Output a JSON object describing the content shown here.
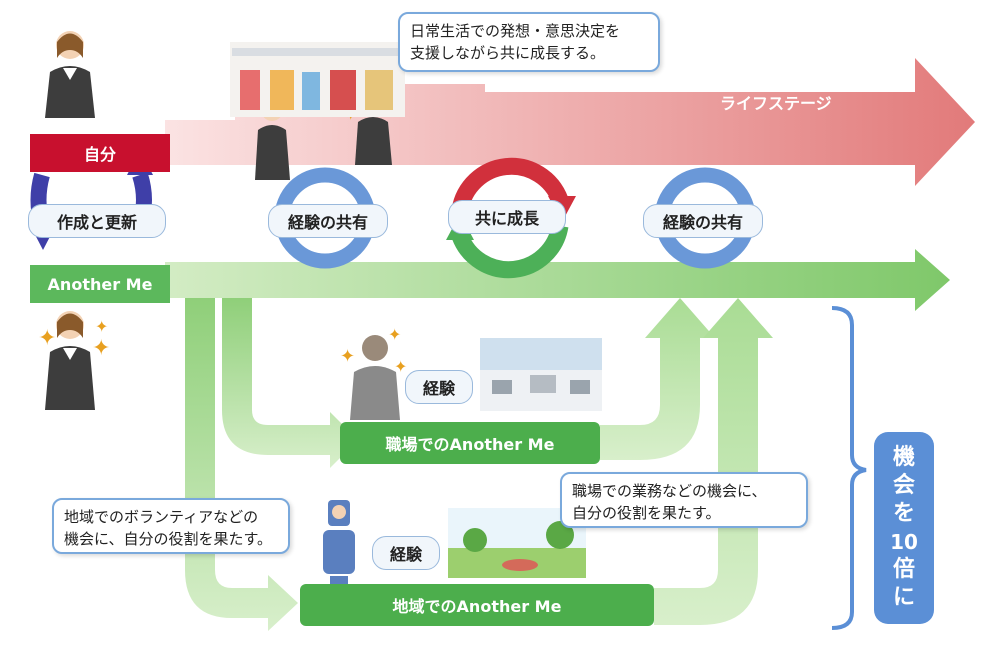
{
  "self_label": "自分",
  "another_me_label": "Another Me",
  "create_update_label": "作成と更新",
  "life_stage_label": "ライフステージ",
  "share_experience_left": "経験の共有",
  "grow_together": "共に成長",
  "share_experience_right": "経験の共有",
  "top_bubble": [
    "日常生活での発想・意思決定を",
    "支援しながら共に成長する。"
  ],
  "workplace_experience": "経験",
  "workplace_box": "職場でのAnother Me",
  "workplace_bubble": [
    "職場での業務などの機会に、",
    "自分の役割を果たす。"
  ],
  "community_bubble": [
    "地域でのボランティアなどの",
    "機会に、自分の役割を果たす。"
  ],
  "community_experience": "経験",
  "community_box": "地域でのAnother Me",
  "opportunity_label": [
    "機",
    "会",
    "を",
    "10",
    "倍",
    "に"
  ],
  "colors": {
    "red": "#c8102e",
    "green": "#5cb85c",
    "blue": "#5b8fd6",
    "pink_arrow": "#e58a8a",
    "light_green": "#b9dfa3"
  }
}
